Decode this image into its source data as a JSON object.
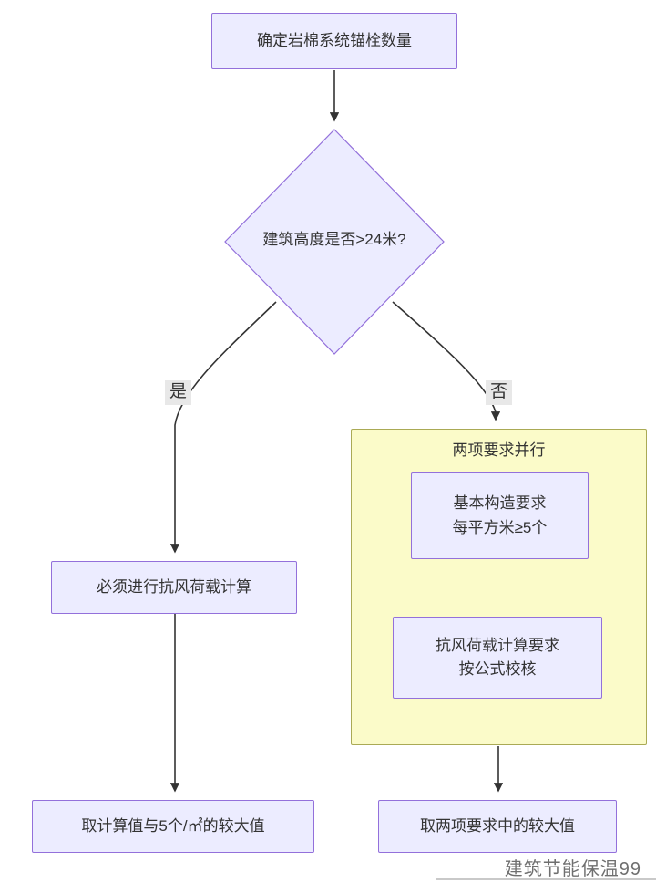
{
  "flowchart": {
    "start_node": {
      "label": "确定岩棉系统锚栓数量"
    },
    "decision_node": {
      "label": "建筑高度是否>24米?"
    },
    "edges": {
      "yes_label": "是",
      "no_label": "否"
    },
    "wind_calc_node": {
      "label": "必须进行抗风荷载计算"
    },
    "parallel_group": {
      "title": "两项要求并行",
      "basic_req_node": {
        "line1": "基本构造要求",
        "line2": "每平方米≥5个"
      },
      "wind_req_node": {
        "line1": "抗风荷载计算要求",
        "line2": "按公式校核"
      }
    },
    "calc_result_node": {
      "label": "取计算值与5个/㎡的较大值"
    },
    "parallel_result_node": {
      "label": "取两项要求中的较大值"
    }
  },
  "watermark": {
    "text": "建筑节能保温99"
  },
  "colors": {
    "node_fill": "#ECECFF",
    "node_border": "#9370DB",
    "group_fill": "#FBFBC9",
    "group_border": "#AAAA55",
    "edge": "#333333",
    "edge_label_bg": "#E8E8E8"
  }
}
